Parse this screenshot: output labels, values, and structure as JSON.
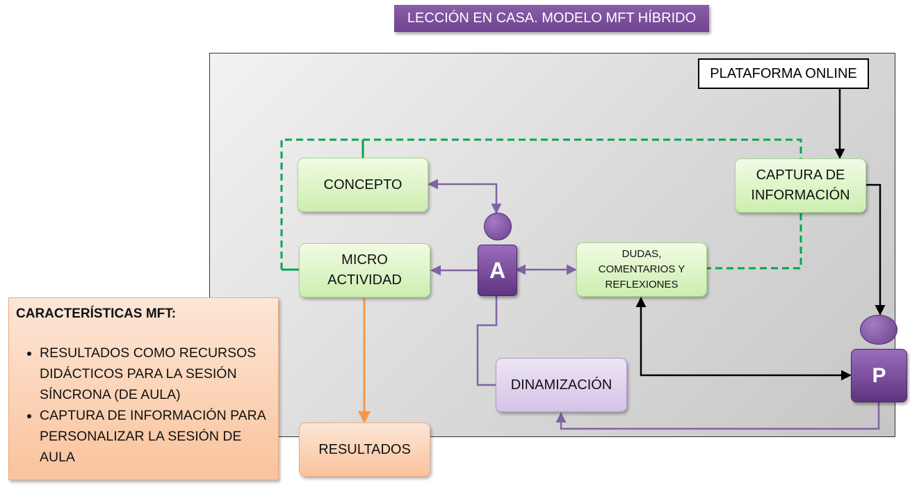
{
  "title": "LECCIÓN EN CASA. MODELO MFT HÍBRIDO",
  "platform": "PLATAFORMA ONLINE",
  "nodes": {
    "concepto": "CONCEPTO",
    "micro_1": "MICRO",
    "micro_2": "ACTIVIDAD",
    "dudas_1": "DUDAS,",
    "dudas_2": "COMENTARIOS Y",
    "dudas_3": "REFLEXIONES",
    "captura_1": "CAPTURA DE",
    "captura_2": "INFORMACIÓN",
    "dinamizacion": "DINAMIZACIÓN",
    "resultados": "RESULTADOS"
  },
  "actors": {
    "student": "A",
    "teacher": "P"
  },
  "features": {
    "heading": "CARACTERÍSTICAS MFT:",
    "items": [
      " RESULTADOS COMO RECURSOS DIDÁCTICOS PARA LA SESIÓN SÍNCRONA (DE AULA)",
      "CAPTURA DE INFORMACIÓN PARA PERSONALIZAR LA SESIÓN DE AULA"
    ]
  },
  "colors": {
    "purple_connector": "#8064a2",
    "green_dashed": "#00a651",
    "orange_connector": "#f79646",
    "black_connector": "#000000",
    "title_bg": "#7b4f9d"
  }
}
